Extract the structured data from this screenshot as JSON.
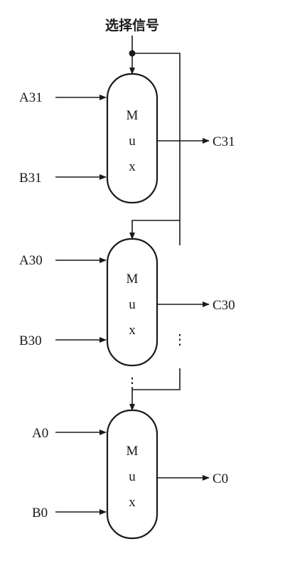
{
  "title": "选择信号",
  "muxes": [
    {
      "letters": [
        "M",
        "u",
        "x"
      ],
      "input_a": "A31",
      "input_b": "B31",
      "output": "C31"
    },
    {
      "letters": [
        "M",
        "u",
        "x"
      ],
      "input_a": "A30",
      "input_b": "B30",
      "output": "C30"
    },
    {
      "letters": [
        "M",
        "u",
        "x"
      ],
      "input_a": "A0",
      "input_b": "B0",
      "output": "C0"
    }
  ],
  "ellipsis": "⋮"
}
